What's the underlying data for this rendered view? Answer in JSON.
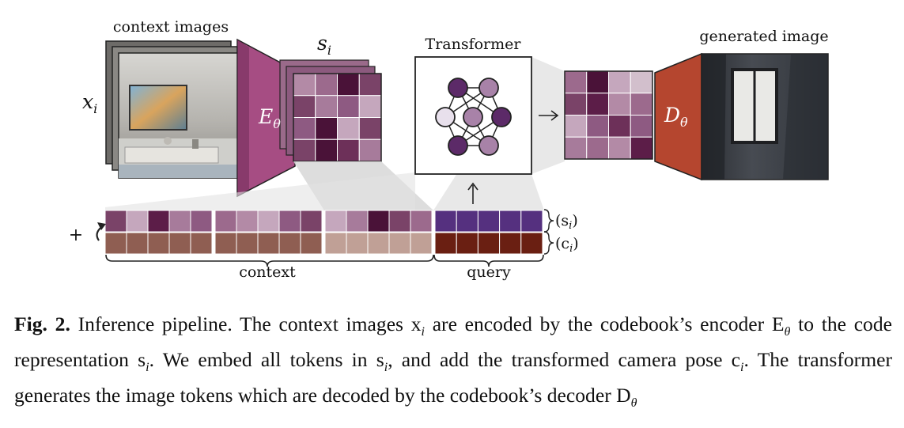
{
  "figure": {
    "label_context_images": "context images",
    "label_xi": "x",
    "label_xi_sub": "i",
    "label_si": "s",
    "label_si_sub": "i",
    "label_transformer": "Transformer",
    "label_generated": "generated image",
    "label_encoder": "E",
    "label_encoder_sub": "θ",
    "label_decoder": "D",
    "label_decoder_sub": "θ",
    "label_plus": "+",
    "label_context": "context",
    "label_query": "query",
    "legend_s": "(s",
    "legend_s_sub": "i",
    "legend_c": "(c",
    "legend_c_sub": "i",
    "legend_close": ")",
    "colors": {
      "encoder": "#a64d83",
      "decoder": "#b5462f",
      "node_dark": "#5c2a68",
      "node_mid": "#a882a8",
      "node_light": "#e8e0ec",
      "query_top": "#55307f",
      "query_bottom": "#6a1f12",
      "context_bottom": "#8f5e52"
    }
  },
  "caption": {
    "label": "Fig. 2.",
    "text": "Inference pipeline. The context images x",
    "t_sub1": "i",
    "t2": " are encoded by the codebook’s encoder E",
    "t_sub2": "θ",
    "t3": " to the code representation s",
    "t_sub3": "i",
    "t4": ". We embed all tokens in s",
    "t_sub4": "i",
    "t5": ", and add the transformed camera pose c",
    "t_sub5": "i",
    "t6": ". The transformer generates the image tokens which are decoded by the codebook’s decoder D",
    "t_sub6": "θ"
  }
}
